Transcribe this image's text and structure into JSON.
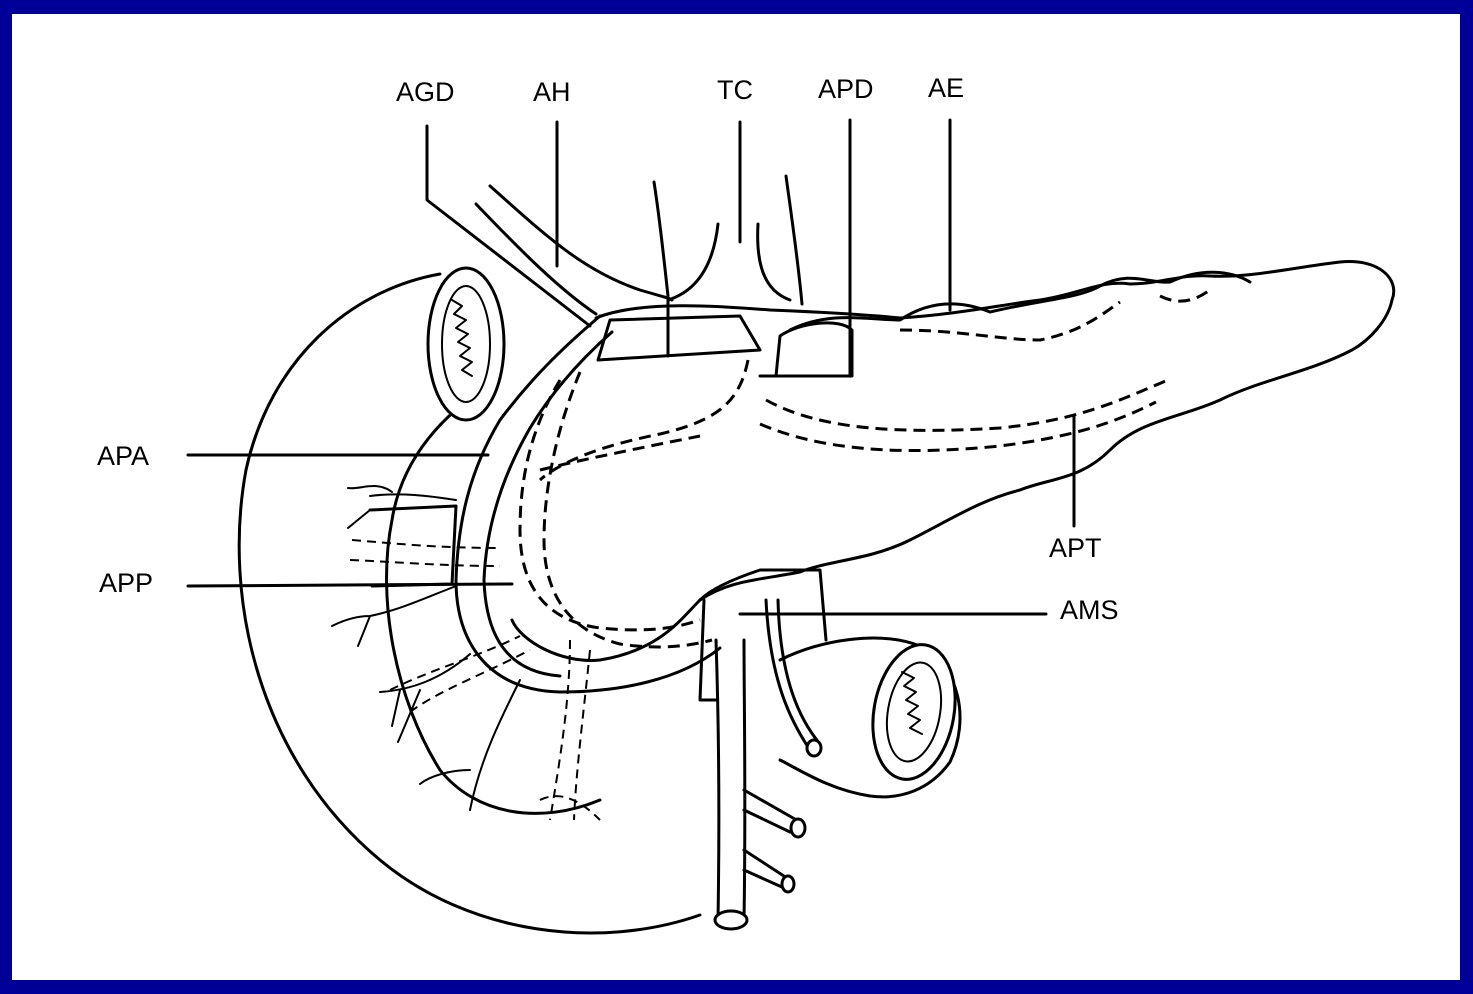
{
  "labels": {
    "agd": "AGD",
    "ah": "AH",
    "tc": "TC",
    "apd": "APD",
    "ae": "AE",
    "apa": "APA",
    "app": "APP",
    "apt": "APT",
    "ams": "AMS"
  },
  "colors": {
    "frame": "#000099",
    "canvas": "#ffffff",
    "ink": "#000000"
  }
}
